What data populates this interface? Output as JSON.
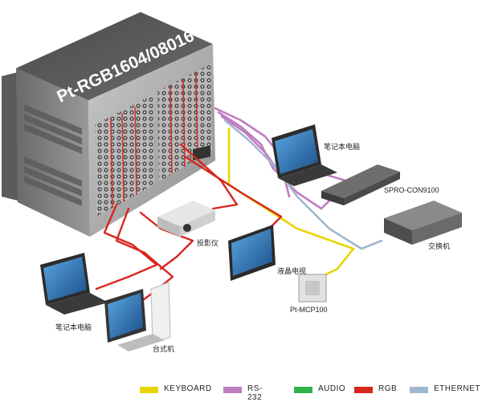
{
  "device": {
    "title": "Pt-RGB1604/08016"
  },
  "nodes": {
    "laptop_right": "笔记本电脑",
    "controller": "SPRO-CON9100",
    "switch": "交换机",
    "projector": "投影仪",
    "lcd_tv": "液晶电视",
    "control_panel": "Pt-MCP100",
    "laptop_left": "笔记本电脑",
    "desktop": "台式机"
  },
  "legend": [
    {
      "label": "KEYBOARD",
      "color": "#e8d400"
    },
    {
      "label": "RS-232",
      "color": "#c07cc0"
    },
    {
      "label": "AUDIO",
      "color": "#2fb24a"
    },
    {
      "label": "RGB",
      "color": "#d7261e"
    },
    {
      "label": "ETHERNET",
      "color": "#9fb8cf"
    }
  ],
  "colors": {
    "cable_rgb": "#d7261e",
    "cable_rs232": "#c07cc0",
    "cable_keyboard": "#e8d400",
    "cable_ethernet": "#9fb8cf",
    "chassis_front": "#7a7a7a",
    "chassis_top": "#555555"
  }
}
